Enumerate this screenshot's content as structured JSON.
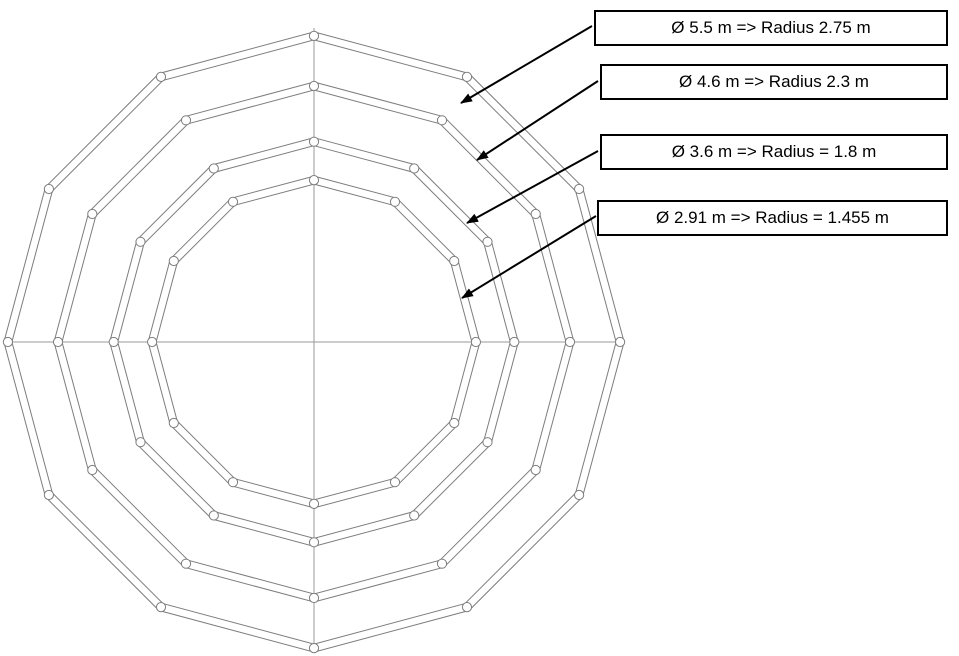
{
  "diagram": {
    "type": "cad-concentric-polygon-rings",
    "sides": 12,
    "rings": [
      {
        "diameter_m": 5.5,
        "radius_m": 2.75
      },
      {
        "diameter_m": 4.6,
        "radius_m": 2.3
      },
      {
        "diameter_m": 3.6,
        "radius_m": 1.8
      },
      {
        "diameter_m": 2.91,
        "radius_m": 1.455
      }
    ],
    "colors": {
      "ring_line": "#7d7d7d",
      "axis_line": "#9a9a9a",
      "node_fill": "#ffffff",
      "arrow": "#000000",
      "box_border": "#000000",
      "background": "#ffffff"
    }
  },
  "callouts": [
    {
      "label": "Ø 5.5 m => Radius 2.75 m"
    },
    {
      "label": "Ø 4.6 m => Radius 2.3 m"
    },
    {
      "label": "Ø 3.6 m => Radius = 1.8 m"
    },
    {
      "label": "Ø 2.91 m => Radius = 1.455 m"
    }
  ]
}
